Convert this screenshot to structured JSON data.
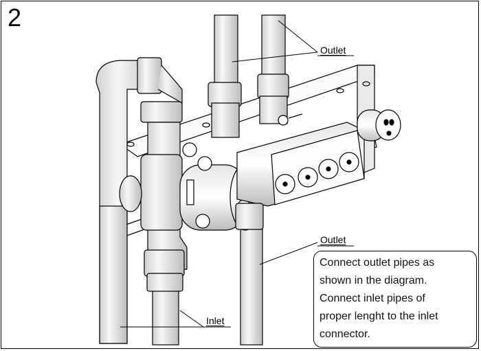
{
  "step_number": "2",
  "labels": {
    "outlet_top": "Outlet",
    "outlet_mid": "Outlet",
    "inlet": "Inlet"
  },
  "note_lines": [
    "Connect outlet pipes as",
    "shown in the diagram.",
    "Connect inlet pipes of",
    "proper lenght to the inlet",
    "connector."
  ],
  "colors": {
    "line": "#000000",
    "pipe_fill": "#f2f2f2",
    "shade": "#c8c8c8",
    "background": "#ffffff"
  }
}
